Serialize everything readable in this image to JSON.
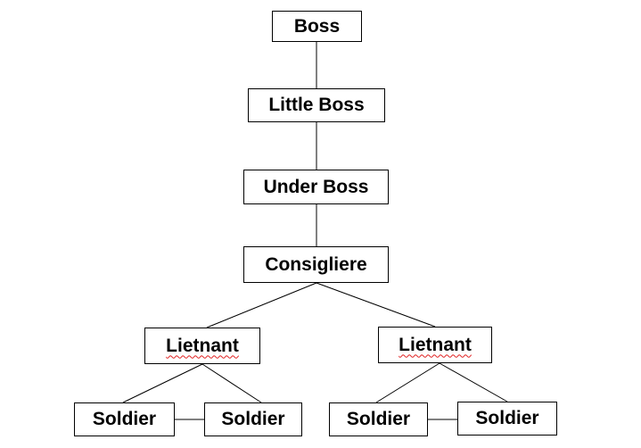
{
  "diagram": {
    "type": "org-chart",
    "line_color": "#000000",
    "squiggle_color": "#e02020",
    "nodes": {
      "boss": "Boss",
      "little_boss": "Little Boss",
      "under_boss": "Under Boss",
      "consigliere": "Consigliere",
      "lieutenant_left": "Lietnant",
      "lieutenant_right": "Lietnant",
      "soldier_1": "Soldier",
      "soldier_2": "Soldier",
      "soldier_3": "Soldier",
      "soldier_4": "Soldier"
    },
    "edges": [
      [
        "boss",
        "little_boss"
      ],
      [
        "little_boss",
        "under_boss"
      ],
      [
        "under_boss",
        "consigliere"
      ],
      [
        "consigliere",
        "lieutenant_left"
      ],
      [
        "consigliere",
        "lieutenant_right"
      ],
      [
        "lieutenant_left",
        "soldier_1"
      ],
      [
        "lieutenant_left",
        "soldier_2"
      ],
      [
        "lieutenant_right",
        "soldier_3"
      ],
      [
        "lieutenant_right",
        "soldier_4"
      ],
      [
        "soldier_1",
        "soldier_2"
      ],
      [
        "soldier_3",
        "soldier_4"
      ]
    ]
  }
}
